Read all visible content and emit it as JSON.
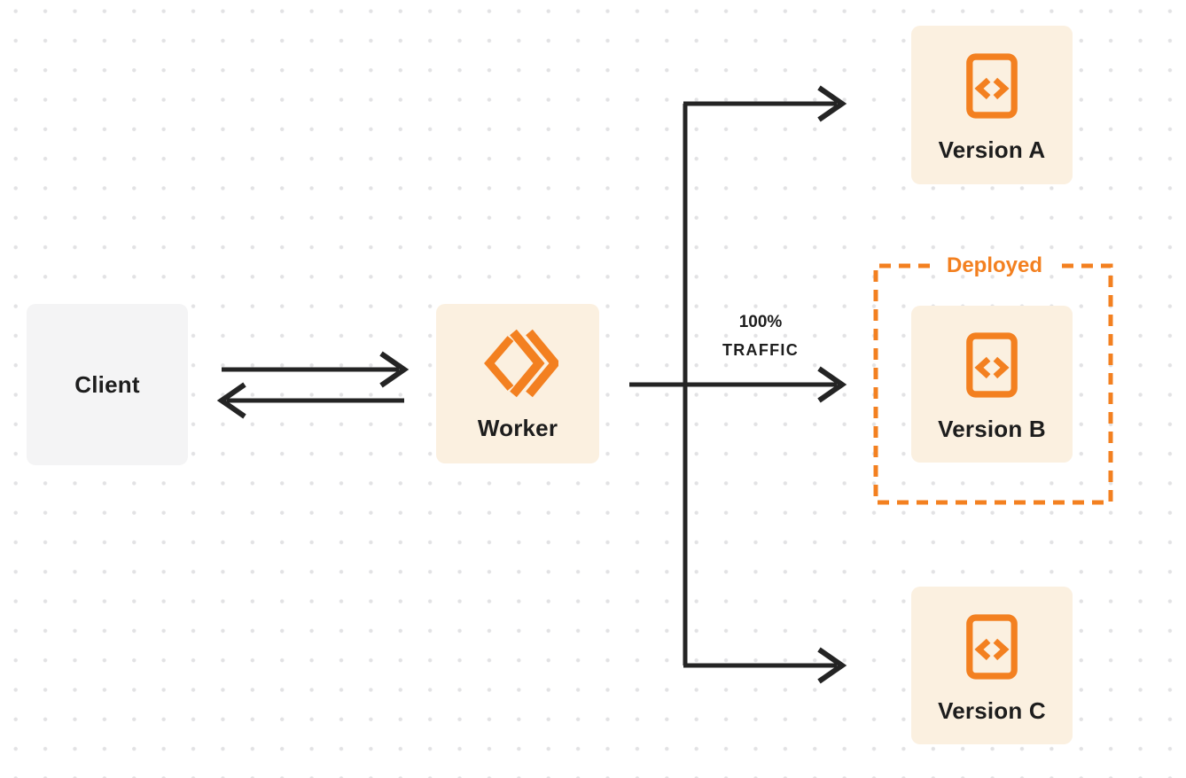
{
  "nodes": {
    "client": {
      "label": "Client"
    },
    "worker": {
      "label": "Worker"
    },
    "version_a": {
      "label": "Version A"
    },
    "version_b": {
      "label": "Version B"
    },
    "version_c": {
      "label": "Version C"
    }
  },
  "annotations": {
    "deployed": "Deployed",
    "traffic": {
      "line1": "100%",
      "line2": "TRAFFIC"
    }
  },
  "icons": {
    "worker_icon": "cloudflare-workers-logo-icon",
    "version_icon": "code-file-icon"
  },
  "colors": {
    "accent_orange": "#F38020",
    "node_fill": "#FBF0E0",
    "client_fill": "#F4F4F5",
    "line_ink": "#242424",
    "grid_dot": "#E2E2E4"
  }
}
